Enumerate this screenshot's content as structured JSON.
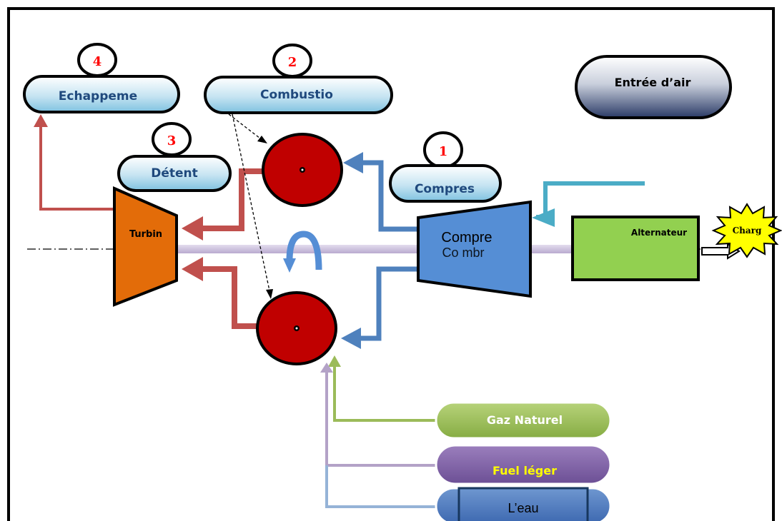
{
  "steps": [
    {
      "number": "1",
      "label": "Compres"
    },
    {
      "number": "2",
      "label": "Combustio"
    },
    {
      "number": "3",
      "label": "Détent"
    },
    {
      "number": "4",
      "label": "Echappeme"
    }
  ],
  "air_inlet": "Entrée d’air",
  "turbine": "Turbin",
  "compressor": "Compre",
  "compressor_overlay": "Co mbr",
  "alternator": "Alternateur",
  "load": "Charg",
  "fuels": {
    "gas": "Gaz Naturel",
    "light_fuel": "Fuel léger",
    "water": "L’eau"
  },
  "colors": {
    "hot_gas": "#c0504d",
    "air": "#4f81bd",
    "combustor": "#c00000",
    "turbine": "#e36c09",
    "compressor": "#558ed5",
    "alternator": "#92d050",
    "gas_line": "#9bbb59",
    "fuel_line": "#b3a2c7",
    "water_line": "#95b3d7",
    "intake_line": "#4bacc6",
    "shaft": "#ccc1da",
    "number_color": "#ff0000",
    "label_color": "#1f497d"
  }
}
